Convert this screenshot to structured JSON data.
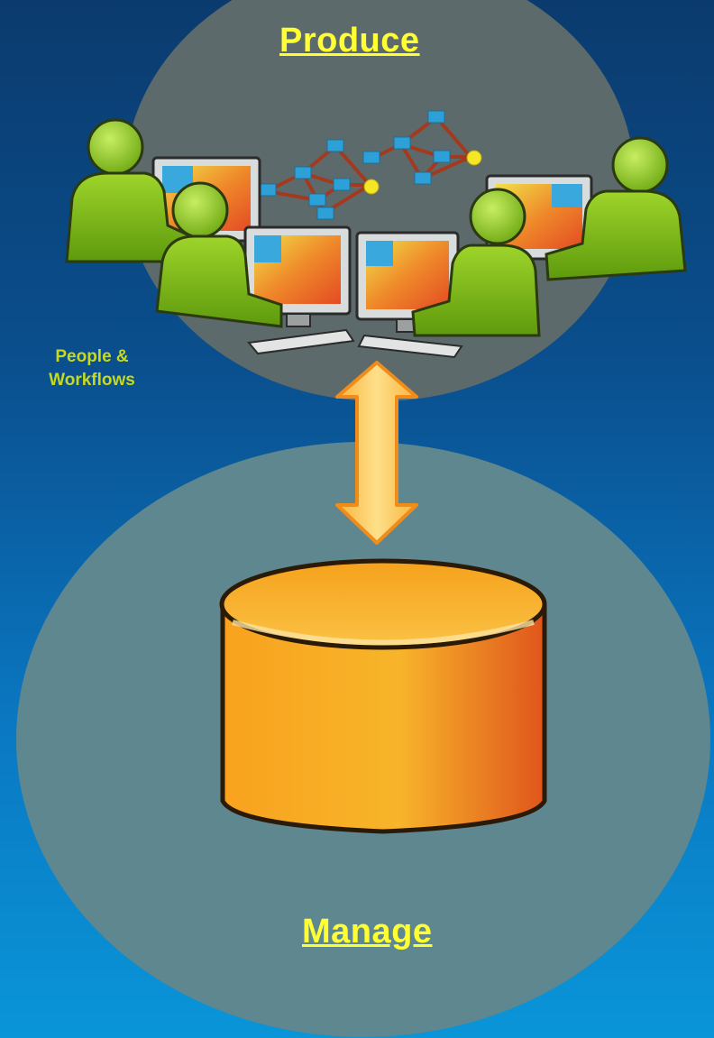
{
  "diagram": {
    "produce_title": "Produce",
    "manage_title": "Manage",
    "people_label_line1": "People &",
    "people_label_line2": "Workflows"
  },
  "colors": {
    "title": "#ffff33",
    "people_label": "#c6d91e",
    "person": "#7fb814",
    "database": "#f9a826",
    "arrow": "#fcc75a",
    "workflow_node": "#2ea0d8",
    "workflow_link": "#a33a1f",
    "workflow_end": "#f5e626"
  },
  "icons": [
    "person-icon",
    "computer-monitor-icon",
    "workflow-graph-icon",
    "double-arrow-icon",
    "database-cylinder-icon"
  ]
}
